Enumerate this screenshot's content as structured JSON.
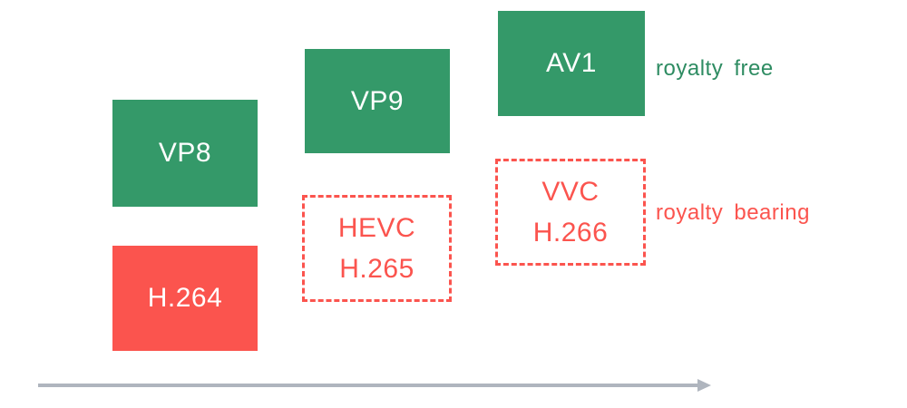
{
  "diagram": {
    "description": "Video codec generations timeline",
    "codecs": {
      "vp8": {
        "label": "VP8",
        "status": "royalty free",
        "style": "solid-green"
      },
      "vp9": {
        "label": "VP9",
        "status": "royalty free",
        "style": "solid-green"
      },
      "av1": {
        "label": "AV1",
        "status": "royalty free",
        "style": "solid-green"
      },
      "h264": {
        "label": "H.264",
        "status": "royalty bearing",
        "style": "solid-red"
      },
      "hevc": {
        "line1": "HEVC",
        "line2": "H.265",
        "status": "royalty bearing",
        "style": "dashed-red"
      },
      "vvc": {
        "line1": "VVC",
        "line2": "H.266",
        "status": "royalty bearing",
        "style": "dashed-red"
      }
    },
    "legend": {
      "royalty_free": "royalty free",
      "royalty_bearing": "royalty bearing"
    },
    "icons": {
      "timeline_arrow": "right-arrow"
    },
    "colors": {
      "green_box": "#349969",
      "green_text": "#2E8C62",
      "red": "#FB544E",
      "box_text_white": "#FFFFFF",
      "arrow_gray": "#AFB5BE",
      "background": "#FFFFFF"
    }
  }
}
